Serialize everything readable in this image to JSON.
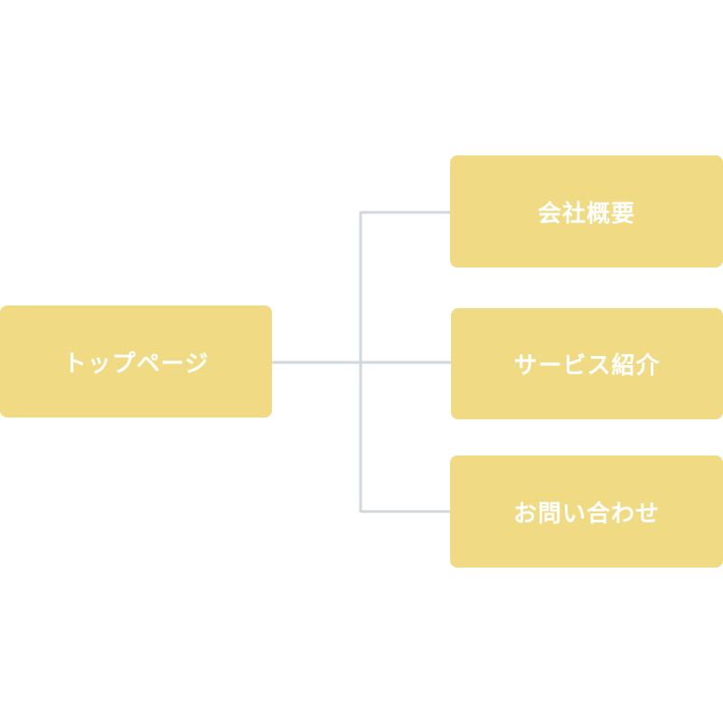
{
  "colors": {
    "node_fill": "#F0DA83",
    "node_text": "#FFFFFF",
    "connector": "#D0D7DD",
    "background": "#FFFFFF"
  },
  "diagram": {
    "root": {
      "label": "トップページ"
    },
    "children": [
      {
        "label": "会社概要"
      },
      {
        "label": "サービス紹介"
      },
      {
        "label": "お問い合わせ"
      }
    ]
  }
}
